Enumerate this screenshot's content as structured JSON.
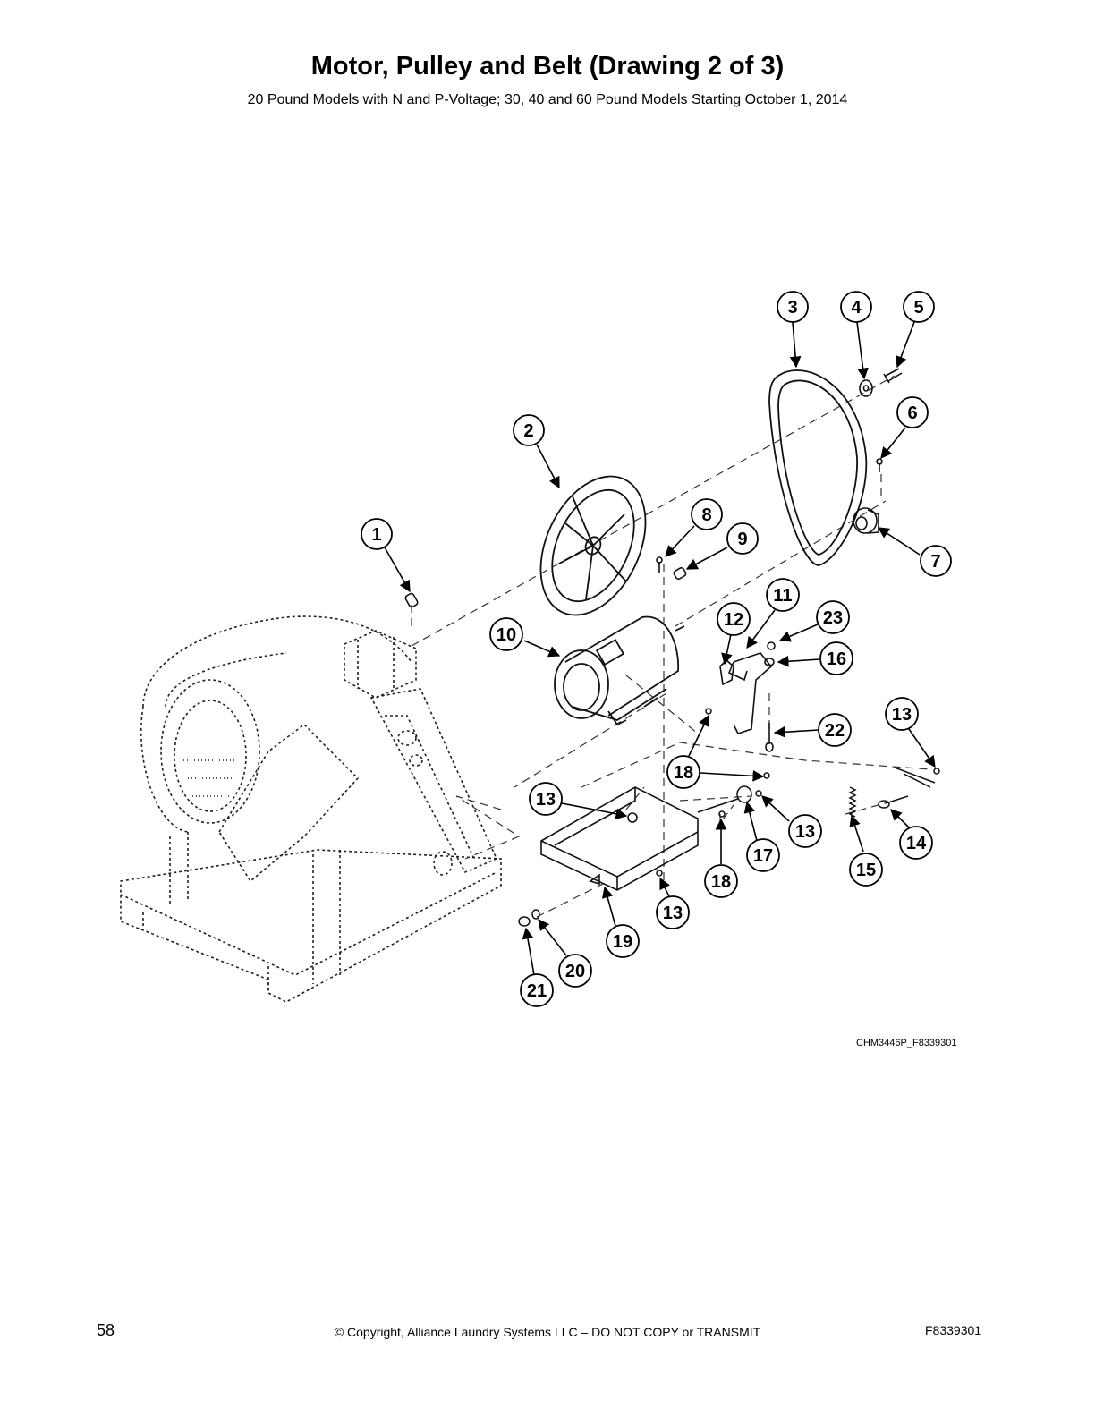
{
  "page": {
    "title": "Motor, Pulley and Belt (Drawing 2 of 3)",
    "subtitle": "20 Pound Models with N and P-Voltage; 30, 40 and 60 Pound Models Starting October 1, 2014",
    "drawing_code": "CHM3446P_F8339301",
    "page_number": "58",
    "copyright": "© Copyright, Alliance Laundry Systems LLC – DO NOT COPY or TRANSMIT",
    "doc_number": "F8339301"
  },
  "callouts": [
    {
      "id": "c1",
      "label": "1"
    },
    {
      "id": "c2",
      "label": "2"
    },
    {
      "id": "c3",
      "label": "3"
    },
    {
      "id": "c4",
      "label": "4"
    },
    {
      "id": "c5",
      "label": "5"
    },
    {
      "id": "c6",
      "label": "6"
    },
    {
      "id": "c7",
      "label": "7"
    },
    {
      "id": "c8",
      "label": "8"
    },
    {
      "id": "c9",
      "label": "9"
    },
    {
      "id": "c10",
      "label": "10"
    },
    {
      "id": "c11",
      "label": "11"
    },
    {
      "id": "c12",
      "label": "12"
    },
    {
      "id": "c23",
      "label": "23"
    },
    {
      "id": "c16",
      "label": "16"
    },
    {
      "id": "c13a",
      "label": "13"
    },
    {
      "id": "c22",
      "label": "22"
    },
    {
      "id": "c18a",
      "label": "18"
    },
    {
      "id": "c13b",
      "label": "13"
    },
    {
      "id": "c13c",
      "label": "13"
    },
    {
      "id": "c17",
      "label": "17"
    },
    {
      "id": "c14",
      "label": "14"
    },
    {
      "id": "c15",
      "label": "15"
    },
    {
      "id": "c18b",
      "label": "18"
    },
    {
      "id": "c13d",
      "label": "13"
    },
    {
      "id": "c19",
      "label": "19"
    },
    {
      "id": "c20",
      "label": "20"
    },
    {
      "id": "c21",
      "label": "21"
    }
  ]
}
